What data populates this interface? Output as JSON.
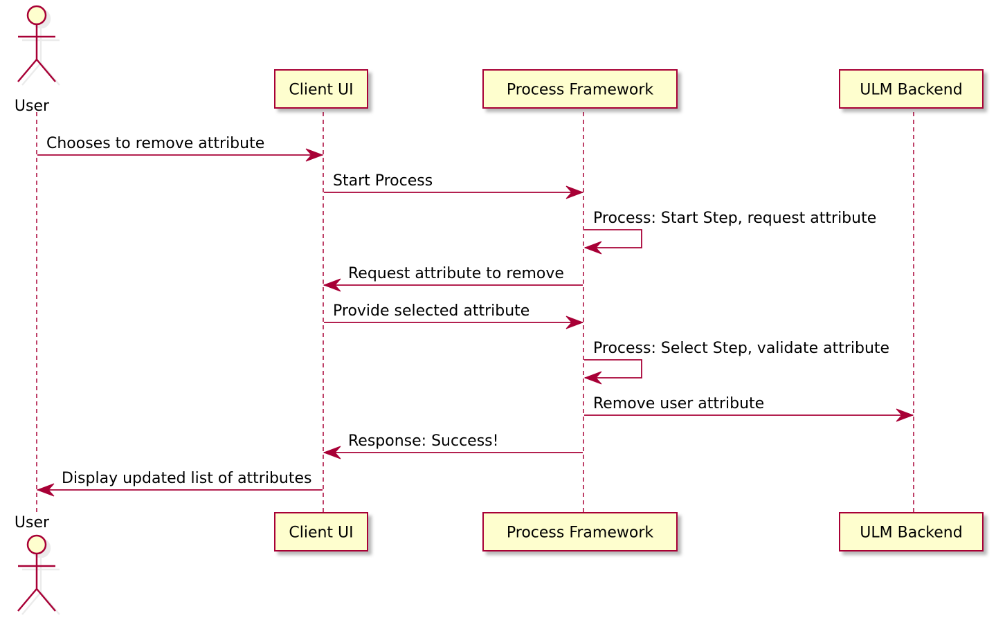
{
  "participants": [
    {
      "id": "user",
      "label": "User",
      "kind": "actor"
    },
    {
      "id": "client",
      "label": "Client UI",
      "kind": "box"
    },
    {
      "id": "process",
      "label": "Process Framework",
      "kind": "box"
    },
    {
      "id": "ulm",
      "label": "ULM Backend",
      "kind": "box"
    }
  ],
  "messages": [
    {
      "from": "user",
      "to": "client",
      "label": "Chooses to remove attribute"
    },
    {
      "from": "client",
      "to": "process",
      "label": "Start Process"
    },
    {
      "from": "process",
      "to": "process",
      "label": "Process: Start Step, request attribute"
    },
    {
      "from": "process",
      "to": "client",
      "label": "Request attribute to remove"
    },
    {
      "from": "client",
      "to": "process",
      "label": "Provide selected attribute"
    },
    {
      "from": "process",
      "to": "process",
      "label": "Process: Select Step, validate attribute"
    },
    {
      "from": "process",
      "to": "ulm",
      "label": "Remove user attribute"
    },
    {
      "from": "process",
      "to": "client",
      "label": "Response: Success!"
    },
    {
      "from": "client",
      "to": "user",
      "label": "Display updated list of attributes"
    }
  ],
  "colors": {
    "box_fill": "#FEFECE",
    "box_border": "#A80036",
    "arrow": "#A80036",
    "shadow": "#C8C8C8",
    "text": "#000000"
  }
}
